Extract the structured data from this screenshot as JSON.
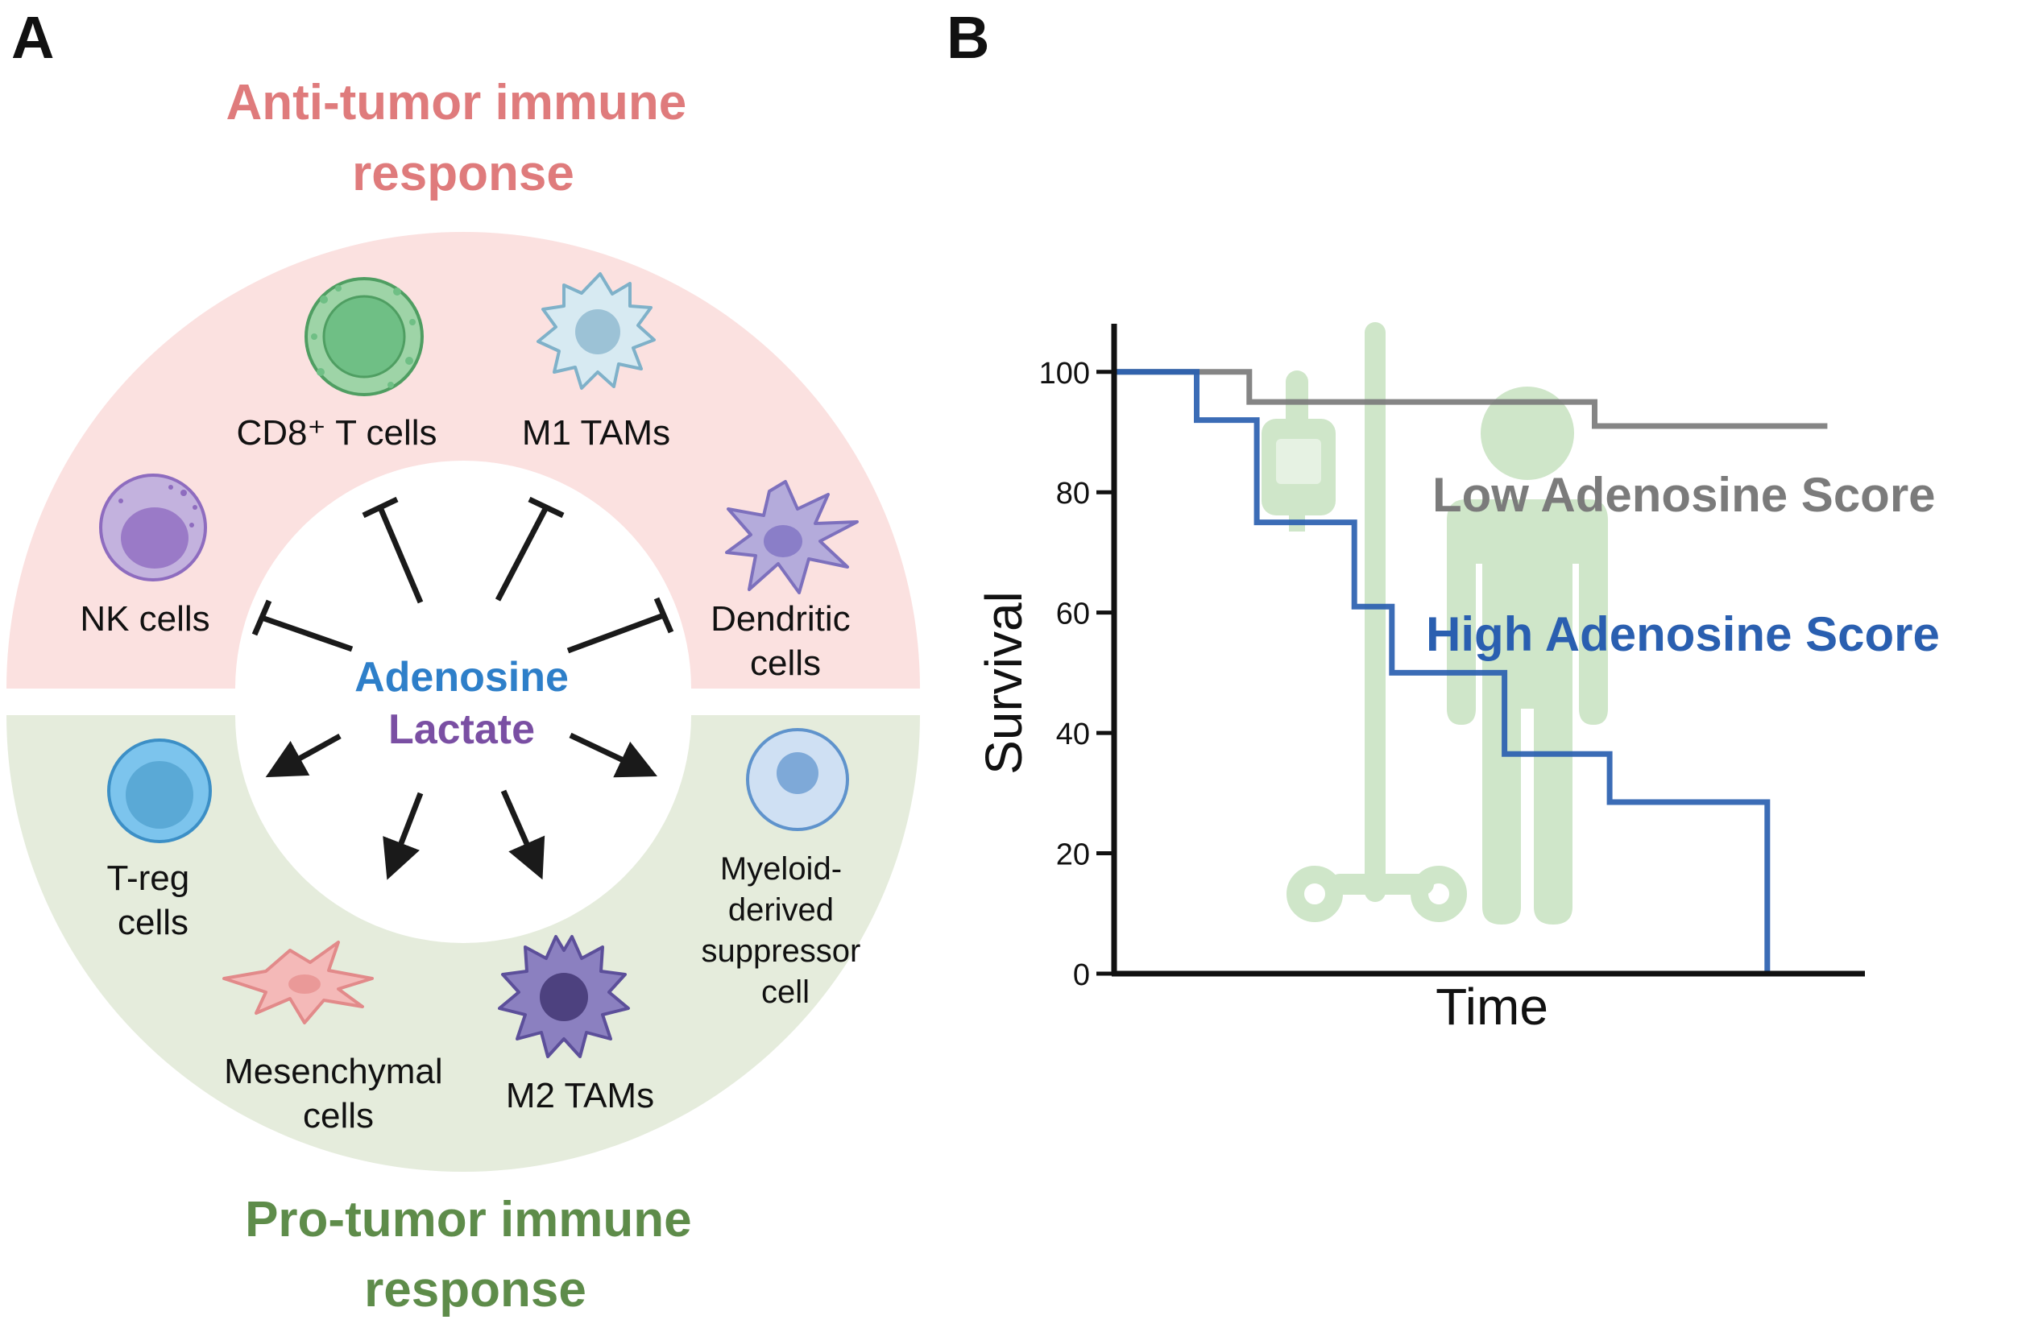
{
  "panel_a": {
    "label": "A",
    "anti_title": [
      "Anti-tumor immune",
      "response"
    ],
    "pro_title": [
      "Pro-tumor immune",
      "response"
    ],
    "center_top": "Adenosine",
    "center_bottom": "Lactate",
    "anti_cells": [
      {
        "lines": [
          "NK cells"
        ]
      },
      {
        "lines": [
          "CD8⁺ T cells"
        ]
      },
      {
        "lines": [
          "M1 TAMs"
        ]
      },
      {
        "lines": [
          "Dendritic",
          "cells"
        ]
      }
    ],
    "pro_cells": [
      {
        "lines": [
          "T-reg",
          "cells"
        ]
      },
      {
        "lines": [
          "Mesenchymal",
          "cells"
        ]
      },
      {
        "lines": [
          "M2 TAMs"
        ]
      },
      {
        "lines": [
          "Myeloid-",
          "derived",
          "suppressor",
          "cell"
        ]
      }
    ],
    "colors": {
      "anti_band": "#fbe1e0",
      "pro_band": "#e5ecdc",
      "anti_title": "#df7b7c",
      "pro_title": "#5e8c4a",
      "adenosine": "#2e7fc9",
      "lactate": "#7a4fa3"
    }
  },
  "panel_b": {
    "label": "B",
    "chart_data": {
      "type": "line",
      "step": true,
      "xlabel": "Time",
      "ylabel": "Survival",
      "ylim": [
        0,
        108
      ],
      "xlim": [
        0,
        100
      ],
      "yticks": [
        0,
        20,
        40,
        60,
        80,
        100
      ],
      "grid": false,
      "series": [
        {
          "name": "Low Adenosine Score",
          "color": "#7b7b7b",
          "x": [
            0,
            18,
            18,
            64,
            64,
            95
          ],
          "y": [
            100,
            100,
            95,
            95,
            91,
            91
          ]
        },
        {
          "name": "High Adenosine Score",
          "color": "#2a5fb0",
          "x": [
            0,
            11,
            11,
            19,
            19,
            32,
            32,
            37,
            37,
            52,
            52,
            66,
            66,
            87,
            87
          ],
          "y": [
            100,
            100,
            92,
            92,
            75,
            75,
            61,
            61,
            50,
            50,
            36.5,
            36.5,
            28.5,
            28.5,
            0
          ]
        }
      ]
    }
  }
}
